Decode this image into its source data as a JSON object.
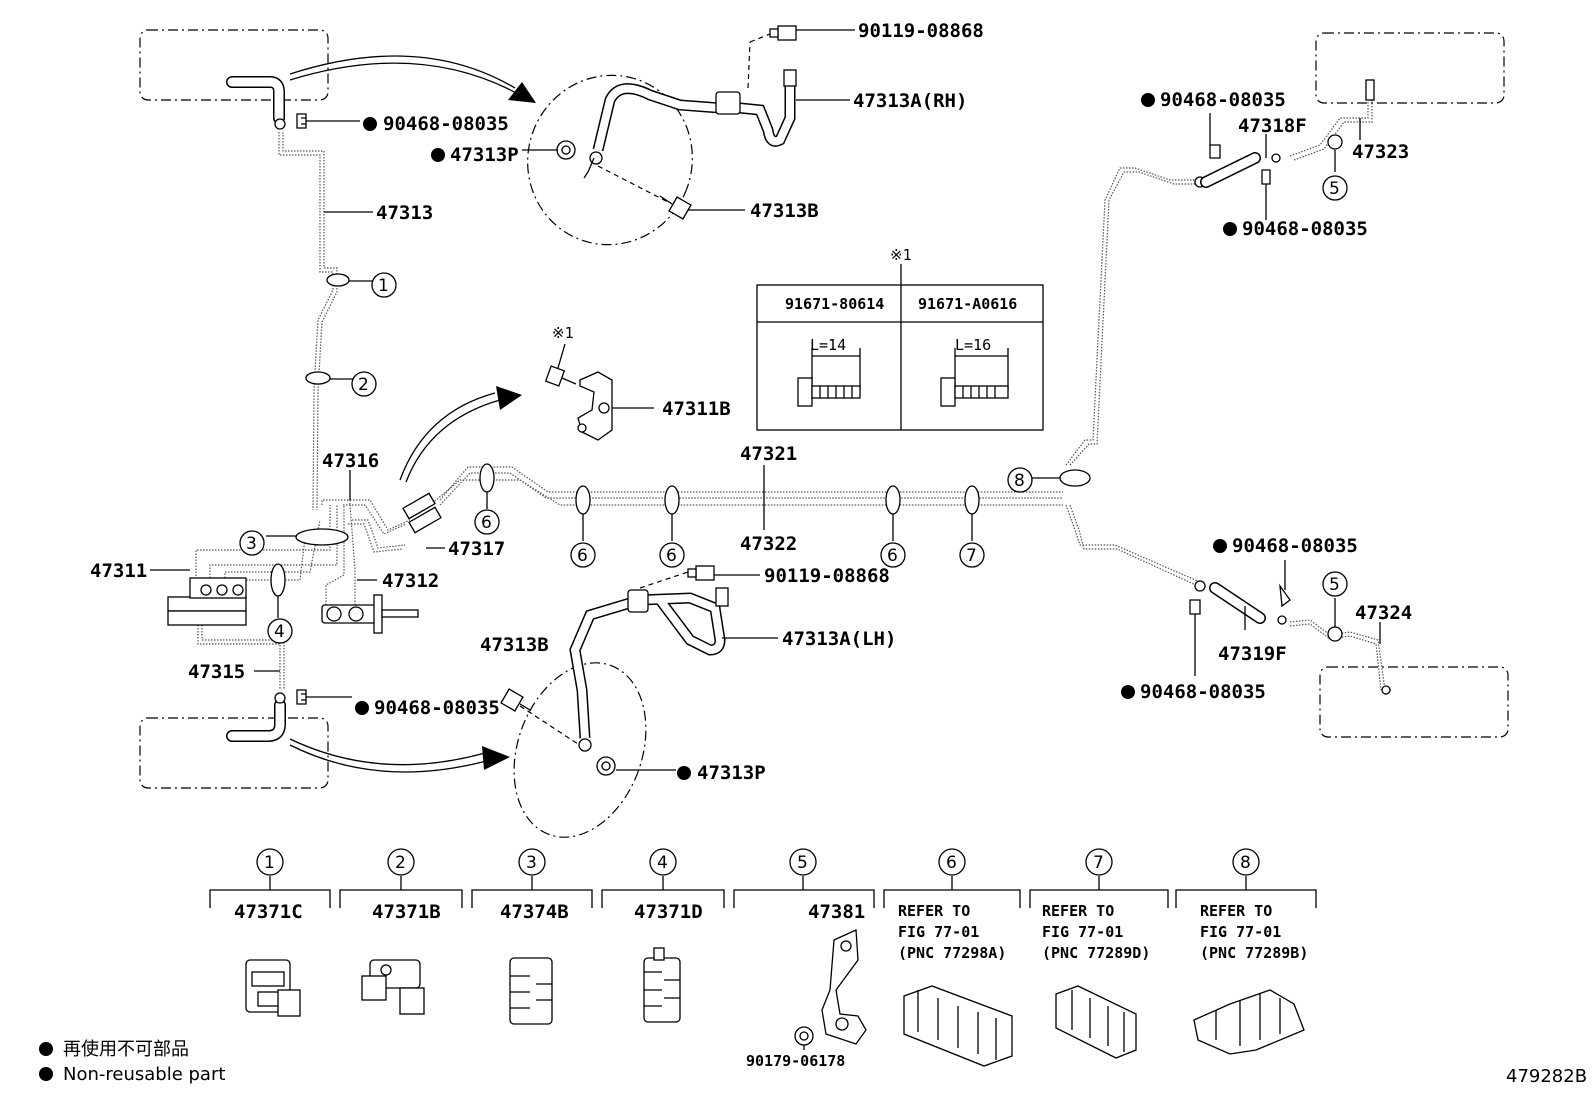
{
  "parts": {
    "p_90119_08868_top": "90119-08868",
    "p_47313A_RH": "47313A(RH)",
    "p_47313P_top": "47313P",
    "p_47313B_top": "47313B",
    "p_90468_08035_tl": "90468-08035",
    "p_47313": "47313",
    "p_47316": "47316",
    "p_47317": "47317",
    "p_47311": "47311",
    "p_47312": "47312",
    "p_47315": "47315",
    "p_90468_08035_bl": "90468-08035",
    "p_47311B": "47311B",
    "p_47321": "47321",
    "p_47322": "47322",
    "p_90119_08868_mid": "90119-08868",
    "p_47313A_LH": "47313A(LH)",
    "p_47313B_bot": "47313B",
    "p_47313P_bot": "47313P",
    "p_90468_08035_tr1": "90468-08035",
    "p_47318F": "47318F",
    "p_47323": "47323",
    "p_90468_08035_tr2": "90468-08035",
    "p_90468_08035_br1": "90468-08035",
    "p_47324": "47324",
    "p_47319F": "47319F",
    "p_90468_08035_br2": "90468-08035"
  },
  "callouts": [
    "1",
    "2",
    "3",
    "4",
    "5",
    "6",
    "7",
    "8"
  ],
  "bolt_table": {
    "ref_mark": "※1",
    "col1_part": "91671-80614",
    "col2_part": "91671-A0616",
    "col1_len": "L=14",
    "col2_len": "L=16"
  },
  "clamp_ref_mark": "※1",
  "clamp_legend": {
    "c1": {
      "num": "1",
      "part": "47371C"
    },
    "c2": {
      "num": "2",
      "part": "47371B"
    },
    "c3": {
      "num": "3",
      "part": "47374B"
    },
    "c4": {
      "num": "4",
      "part": "47371D"
    },
    "c5": {
      "num": "5",
      "part": "47381",
      "sub": "90179-06178"
    },
    "c6": {
      "num": "6",
      "line1": "REFER TO",
      "line2": "FIG 77-01",
      "line3": "(PNC 77298A)"
    },
    "c7": {
      "num": "7",
      "line1": "REFER TO",
      "line2": "FIG 77-01",
      "line3": "(PNC 77289D)"
    },
    "c8": {
      "num": "8",
      "line1": "REFER TO",
      "line2": "FIG 77-01",
      "line3": "(PNC 77289B)"
    }
  },
  "notes": {
    "jp": "再使用不可部品",
    "en": "Non-reusable part"
  },
  "figure_id": "479282B"
}
